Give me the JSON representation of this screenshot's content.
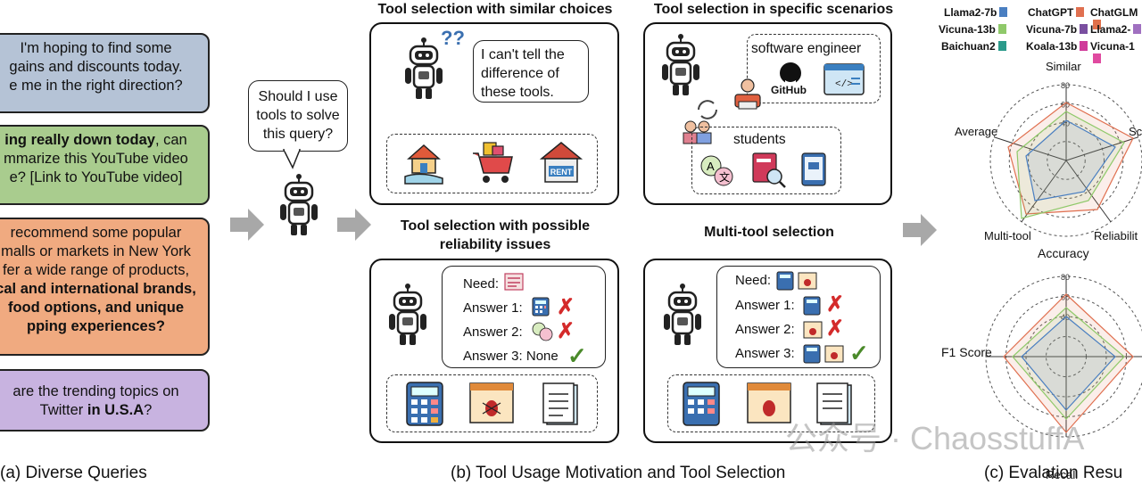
{
  "queries": {
    "q1": [
      "I'm hoping to find some",
      "gains and discounts today.",
      "e me in the right direction?"
    ],
    "q2_bold": "ing really down today",
    "q2_a": ", can",
    "q2_b": "mmarize this YouTube video",
    "q2_c": "e? [Link to YouTube video]",
    "q3": [
      "recommend some popular",
      "malls or markets in New York",
      "fer a wide range of products,"
    ],
    "q3_bold": [
      "cal and international brands,",
      "food options, and unique",
      "pping experiences?"
    ],
    "q4_a": "are the trending topics on",
    "q4_b": "Twitter ",
    "q4_bold": "in U.S.A",
    "q4_c": "?",
    "caption": "(a) Diverse Queries"
  },
  "center_bubble": [
    "Should I use",
    "tools to solve",
    "this query?"
  ],
  "panels": {
    "similar": {
      "title": "Tool selection with similar choices",
      "speech": [
        "I can't tell the",
        "difference of",
        "these tools."
      ],
      "tools": [
        "house-hand-icon",
        "shopping-cart-icon",
        "rent-house-icon"
      ]
    },
    "scenarios": {
      "title": "Tool selection in specific scenarios",
      "role1": "software engineer",
      "role2": "students",
      "github": "GitHub"
    },
    "reliability": {
      "title": [
        "Tool selection with possible",
        "reliability issues"
      ],
      "need": "Need:",
      "a1": "Answer 1:",
      "a2": "Answer 2:",
      "a3": "Answer 3: None"
    },
    "multi": {
      "title": "Multi-tool selection",
      "need": "Need:",
      "a1": "Answer 1:",
      "a2": "Answer 2:",
      "a3": "Answer 3:"
    },
    "caption": "(b) Tool Usage Motivation and Tool Selection"
  },
  "results": {
    "caption": "(c) Evalation Resu",
    "legend": [
      {
        "name": "Llama2-7b",
        "color": "#4a7fc1"
      },
      {
        "name": "ChatGPT",
        "color": "#e07050"
      },
      {
        "name": "ChatGLM",
        "color": "#e0704a"
      },
      {
        "name": "Vicuna-13b",
        "color": "#8fc96a"
      },
      {
        "name": "Vicuna-7b",
        "color": "#7a4fa0"
      },
      {
        "name": "Llama2-",
        "color": "#a070c0"
      },
      {
        "name": "Baichuan2",
        "color": "#2a9a8a"
      },
      {
        "name": "Koala-13b",
        "color": "#d03a9a"
      },
      {
        "name": "Vicuna-1",
        "color": "#e04aa0"
      }
    ],
    "radar1": {
      "axes": [
        "Similar",
        "Sc",
        "Reliabilit",
        "Multi-tool",
        "Average"
      ],
      "ticks": [
        "80",
        "60",
        "40"
      ]
    },
    "radar2": {
      "axes": [
        "Accuracy",
        "",
        "Recall",
        "F1 Score"
      ],
      "ticks": [
        "80",
        "60",
        "40"
      ]
    }
  },
  "watermark": "公众号 · ChaosstuffA"
}
